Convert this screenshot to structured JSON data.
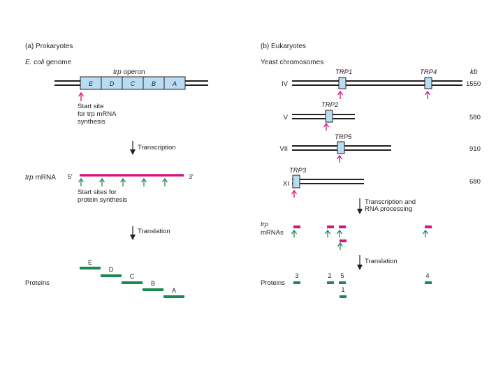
{
  "left_panel": {
    "title": "(a) Prokaryotes",
    "genome_label_italic": "E. coli",
    "genome_label_rest": " genome",
    "operon_label_italic": "trp",
    "operon_label_rest": " operon",
    "genes": [
      "E",
      "D",
      "C",
      "B",
      "A"
    ],
    "start_site_lines": [
      "Start site",
      "for trp mRNA",
      "synthesis"
    ],
    "transcription_label": "Transcription",
    "mrna_label_italic": "trp",
    "mrna_label_rest": " mRNA",
    "five_prime": "5′",
    "three_prime": "3′",
    "protein_start_lines": [
      "Start sites for",
      "protein synthesis"
    ],
    "translation_label": "Translation",
    "proteins_label": "Proteins",
    "protein_labels": [
      "E",
      "D",
      "C",
      "B",
      "A"
    ]
  },
  "right_panel": {
    "title": "(b) Eukaryotes",
    "chromosomes_label": "Yeast chromosomes",
    "kb_header": "kb",
    "chromosomes": [
      {
        "roman": "IV",
        "kb": "1550",
        "genes": [
          "TRP1",
          "TRP4"
        ]
      },
      {
        "roman": "V",
        "kb": "580",
        "genes": [
          "TRP2"
        ]
      },
      {
        "roman": "VII",
        "kb": "910",
        "genes": [
          "TRP5"
        ]
      },
      {
        "roman": "XI",
        "kb": "680",
        "genes": [
          "TRP3"
        ]
      }
    ],
    "processing_lines": [
      "Transcription and",
      "RNA processing"
    ],
    "mrnas_label_italic": "trp",
    "mrnas_label_rest": "mRNAs",
    "translation_label": "Translation",
    "proteins_label": "Proteins",
    "protein_numbers": [
      "3",
      "2",
      "5",
      "4",
      "1"
    ]
  },
  "colors": {
    "gene_fill": "#b9dcf3",
    "gene_stroke": "#231f20",
    "magenta": "#d9127e",
    "green": "#1a8a4e",
    "text": "#231f20"
  }
}
